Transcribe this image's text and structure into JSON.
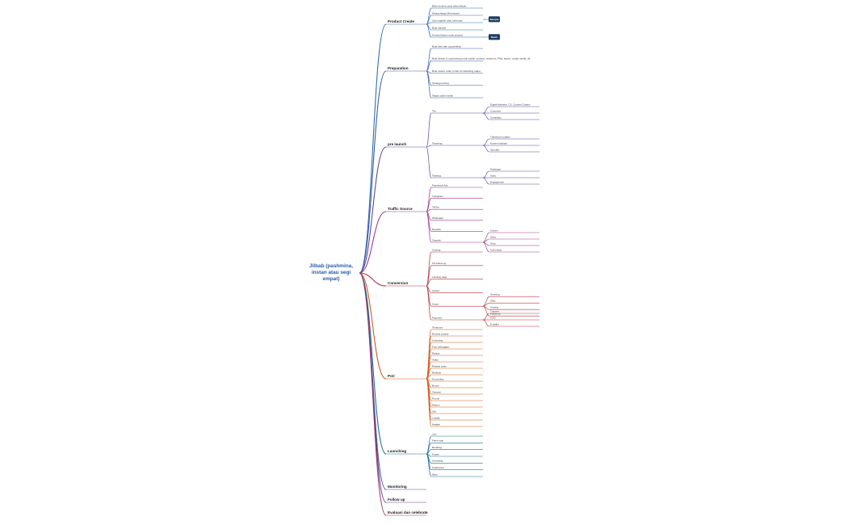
{
  "root": "Jilbab (pashmina, instan atau segi empat)",
  "colors": {
    "root_text": "#2a5aa8",
    "product_create": "#2f6db5",
    "preparation": "#3a5ea8",
    "pre_launch": "#5a4aa0",
    "traffic_source": "#9a3a8a",
    "conversion": "#b8323c",
    "poc": "#d45a1e",
    "launching": "#1f6e96",
    "monitoring": "#3d5a9a",
    "follow_up": "#6a3d8a",
    "evaluasi": "#9a3a6a",
    "badge_bg": "#1d3c5e",
    "badge_text": "#ffffff"
  },
  "branches": [
    {
      "label": "Product Create",
      "items": [
        {
          "text": "Bikin konsep yang akan dibuat"
        },
        {
          "text": "Hitung harga (Kemasan)"
        },
        {
          "text": "Cari supplier tahu informasi"
        },
        {
          "text": "Buat sample"
        },
        {
          "text": "Kemas kiloan untuk product"
        }
      ],
      "badges": [
        "Sample",
        "Batch"
      ]
    },
    {
      "label": "Preparation",
      "items": [
        {
          "text": "Buat aset dan copywriting"
        },
        {
          "text": "Buat desain & copywriting untuk jualan: product, testimoni, FAQ, kupon, sosial media, dll"
        },
        {
          "text": "Buat sistem order (order form/landing page)"
        },
        {
          "text": "Strategi pricing"
        },
        {
          "text": "Target sales harian"
        }
      ]
    },
    {
      "label": "pre launch",
      "groups": [
        {
          "label": "Tim",
          "items": [
            "Digital Marketer, CS, Content Creator",
            "Customer",
            "Campaign"
          ]
        },
        {
          "label": "Teaching",
          "items": [
            "Training tim jualan",
            "Konten edukasi",
            "Simulasi"
          ]
        },
        {
          "label": "Teasing",
          "items": [
            "Postingan",
            "Story",
            "Engagement"
          ]
        }
      ]
    },
    {
      "label": "Traffic Source",
      "items": [
        "Facebook Ads",
        "Instagram",
        "TikTok",
        "Whatsapp",
        "Reseller"
      ],
      "groups": [
        {
          "label": "Organik",
          "items": [
            "Konten",
            "Story",
            "Grup",
            "Komunitas"
          ]
        }
      ]
    },
    {
      "label": "Conversion",
      "items": [
        "Closing",
        "CS follow up",
        "Landing page",
        "Upsell"
      ],
      "groups": [
        {
          "label": "Script",
          "items": [
            "Greeting",
            "Offer",
            "Closing",
            "Follow up"
          ]
        },
        {
          "label": "Payment",
          "items": [
            "Transfer",
            "COD",
            "E-wallet"
          ]
        }
      ]
    },
    {
      "label": "PoC",
      "items": [
        "Testimoni",
        "Review produk",
        "Unboxing",
        "Foto pelanggan",
        "Rating",
        "Video",
        "Repeat order",
        "Referral",
        "Komunitas",
        "Bonus",
        "Garansi",
        "Promo",
        "Diskon",
        "Gift",
        "Loyalty",
        "Hadiah"
      ]
    },
    {
      "label": "Launching",
      "items": [
        "Live",
        "Flash sale",
        "Bundling",
        "Kupon",
        "Giveaway",
        "Kolaborasi",
        "Iklan"
      ]
    },
    {
      "label": "Monitoring"
    },
    {
      "label": "Follow up"
    },
    {
      "label": "Evaluasi dan celebrate"
    }
  ]
}
